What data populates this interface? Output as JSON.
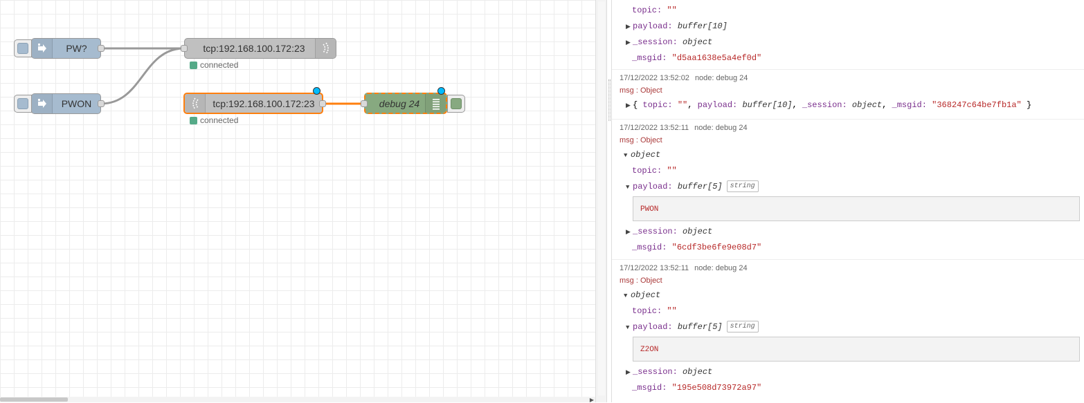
{
  "flow": {
    "inject_nodes": [
      {
        "label": "PW?"
      },
      {
        "label": "PWON"
      }
    ],
    "tcp_request": {
      "label": "tcp:192.168.100.172:23",
      "status": "connected"
    },
    "tcp_in": {
      "label": "tcp:192.168.100.172:23",
      "status": "connected"
    },
    "debug_node": {
      "label": "debug 24"
    }
  },
  "debug": {
    "partial_top": {
      "topic_key": "topic:",
      "topic_value": "\"\"",
      "payload_key": "payload:",
      "payload_type": "buffer[10]",
      "session_key": "_session:",
      "session_type": "object",
      "msgid_key": "_msgid:",
      "msgid_value": "\"d5aa1638e5a4ef0d\""
    },
    "messages": [
      {
        "timestamp": "17/12/2022 13:52:02",
        "node": "node: debug 24",
        "type": "msg : Object",
        "summary_open": "{ ",
        "summary_topic_key": "topic:",
        "summary_topic_val": "\"\"",
        "summary_payload_key": "payload:",
        "summary_payload_type": "buffer[10]",
        "summary_session_key": "_session:",
        "summary_session_type": "object",
        "summary_msgid_key": "_msgid:",
        "summary_msgid_val": "\"368247c64be7fb1a\"",
        "summary_close": " }"
      },
      {
        "timestamp": "17/12/2022 13:52:11",
        "node": "node: debug 24",
        "type": "msg : Object",
        "object_label": "object",
        "topic_key": "topic:",
        "topic_value": "\"\"",
        "payload_key": "payload:",
        "payload_type": "buffer[5]",
        "payload_badge": "string",
        "payload_value": "PWON",
        "session_key": "_session:",
        "session_type": "object",
        "msgid_key": "_msgid:",
        "msgid_value": "\"6cdf3be6fe9e08d7\""
      },
      {
        "timestamp": "17/12/2022 13:52:11",
        "node": "node: debug 24",
        "type": "msg : Object",
        "object_label": "object",
        "topic_key": "topic:",
        "topic_value": "\"\"",
        "payload_key": "payload:",
        "payload_type": "buffer[5]",
        "payload_badge": "string",
        "payload_value": "Z2ON",
        "session_key": "_session:",
        "session_type": "object",
        "msgid_key": "_msgid:",
        "msgid_value": "\"195e508d73972a97\""
      }
    ]
  },
  "colors": {
    "inject": "#a6bbcf",
    "tcp": "#c0c0c0",
    "debug": "#87a980",
    "selection": "#ff7f0e",
    "changed": "#00bcff",
    "status_connected": "#55aa88"
  },
  "icons": {
    "inject": "inject-arrow-icon",
    "tcp": "tcp-wave-icon",
    "debug": "debug-list-icon"
  }
}
